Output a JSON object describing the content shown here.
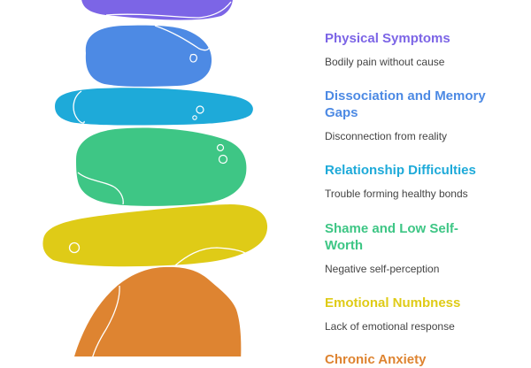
{
  "colors": {
    "purple": "#7c65e6",
    "blue": "#4d8ae4",
    "cyan": "#1eaad9",
    "green": "#3ec685",
    "yellow": "#dfcb17",
    "orange": "#de8431",
    "description": "#444444"
  },
  "items": [
    {
      "title": "Physical Symptoms",
      "description": "Bodily pain without cause",
      "color": "#7c65e6"
    },
    {
      "title": "Dissociation and Memory Gaps",
      "description": "Disconnection from reality",
      "color": "#4d8ae4"
    },
    {
      "title": "Relationship Difficulties",
      "description": "Trouble forming healthy bonds",
      "color": "#1eaad9"
    },
    {
      "title": "Shame and Low Self-Worth",
      "description": "Negative self-perception",
      "color": "#3ec685"
    },
    {
      "title": "Emotional Numbness",
      "description": "Lack of emotional response",
      "color": "#dfcb17"
    },
    {
      "title": "Chronic Anxiety",
      "description": "",
      "color": "#de8431"
    }
  ]
}
